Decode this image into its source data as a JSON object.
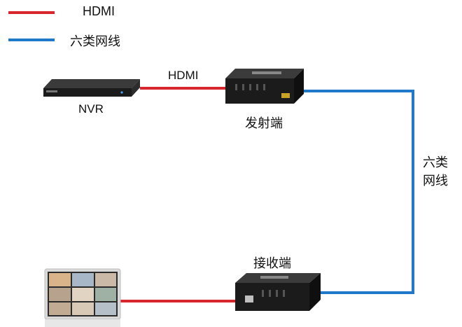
{
  "legend": {
    "items": [
      {
        "label": "HDMI",
        "color": "#d8262e"
      },
      {
        "label": "六类网线",
        "color": "#1f78c8"
      }
    ]
  },
  "devices": {
    "nvr_label": "NVR",
    "transmitter_label": "发射端",
    "receiver_label": "接收端"
  },
  "cables": {
    "hdmi_label": "HDMI",
    "cat6_label_line1": "六类",
    "cat6_label_line2": "网线"
  },
  "colors": {
    "hdmi": "#d8262e",
    "cat6": "#1f78c8",
    "device_body": "#1b1b1b"
  }
}
